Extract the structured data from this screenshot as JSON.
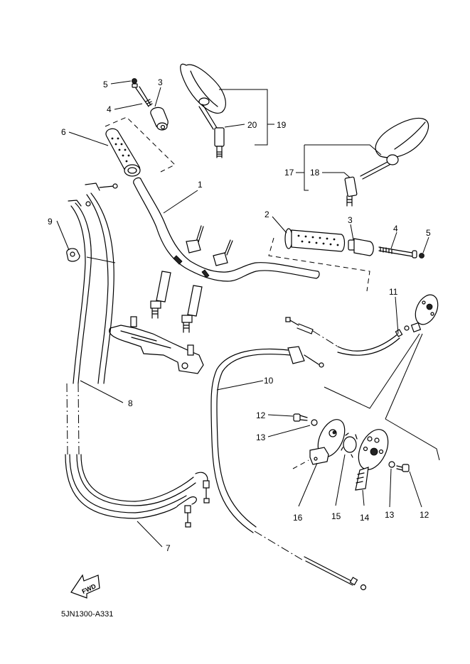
{
  "diagram": {
    "title": "Handlebar & Cable parts diagram",
    "drawing_code": "5JN1300-A331",
    "fwd_label": "FWD",
    "callouts": [
      {
        "id": "c1",
        "number": "1",
        "part": "handlebar"
      },
      {
        "id": "c2",
        "number": "2",
        "part": "grip-right"
      },
      {
        "id": "c3a",
        "number": "3",
        "part": "bar-end-weight-left"
      },
      {
        "id": "c3b",
        "number": "3",
        "part": "bar-end-weight-right"
      },
      {
        "id": "c4a",
        "number": "4",
        "part": "bolt-left"
      },
      {
        "id": "c4b",
        "number": "4",
        "part": "bolt-right"
      },
      {
        "id": "c5a",
        "number": "5",
        "part": "nut-left"
      },
      {
        "id": "c5b",
        "number": "5",
        "part": "nut-right"
      },
      {
        "id": "c6",
        "number": "6",
        "part": "grip-left"
      },
      {
        "id": "c7",
        "number": "7",
        "part": "throttle-cable"
      },
      {
        "id": "c8",
        "number": "8",
        "part": "throttle-cable-2"
      },
      {
        "id": "c9",
        "number": "9",
        "part": "cable-clamp"
      },
      {
        "id": "c10",
        "number": "10",
        "part": "clutch-cable"
      },
      {
        "id": "c11",
        "number": "11",
        "part": "choke-cable"
      },
      {
        "id": "c12a",
        "number": "12",
        "part": "screw-a"
      },
      {
        "id": "c12b",
        "number": "12",
        "part": "screw-b"
      },
      {
        "id": "c13a",
        "number": "13",
        "part": "washer-a"
      },
      {
        "id": "c13b",
        "number": "13",
        "part": "washer-b"
      },
      {
        "id": "c14",
        "number": "14",
        "part": "lever-plate"
      },
      {
        "id": "c15",
        "number": "15",
        "part": "spring-plate"
      },
      {
        "id": "c16",
        "number": "16",
        "part": "holder"
      },
      {
        "id": "c17",
        "number": "17",
        "part": "mirror-assy-right"
      },
      {
        "id": "c18",
        "number": "18",
        "part": "nut-mirror-right"
      },
      {
        "id": "c19",
        "number": "19",
        "part": "mirror-assy-left"
      },
      {
        "id": "c20",
        "number": "20",
        "part": "nut-mirror-left"
      }
    ]
  }
}
